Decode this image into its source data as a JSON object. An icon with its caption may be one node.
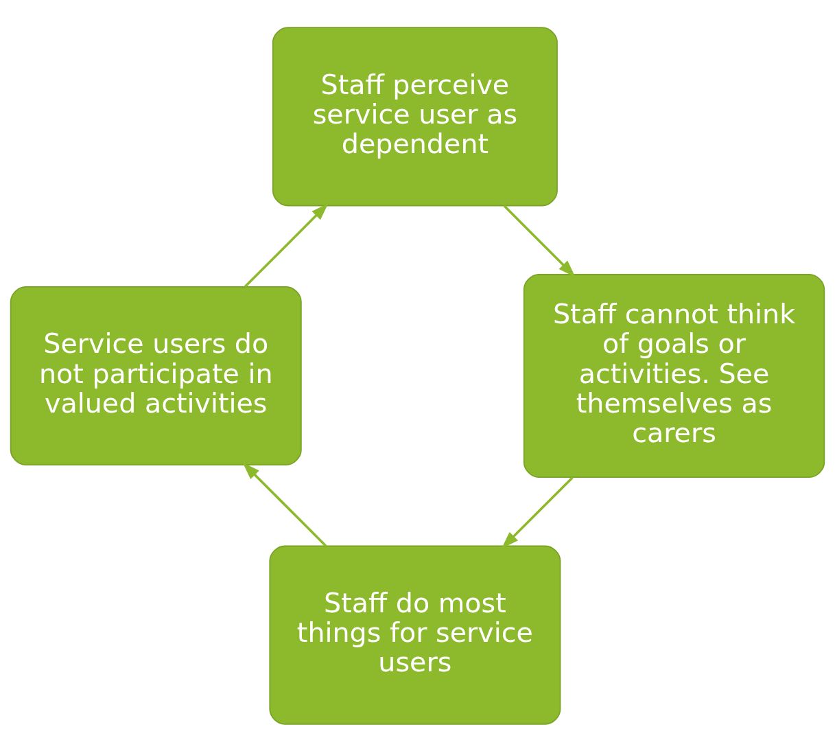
{
  "diagram": {
    "nodes": [
      {
        "text": [
          "Staff do most things for service users"
        ]
      },
      {
        "text": [
          "Service users do not participate in valued activities"
        ]
      },
      {
        "text": [
          "Staff perceive service user as dependent"
        ]
      },
      {
        "text": [
          "Staff cannot think of goals or activities. See themselves as carers"
        ]
      }
    ],
    "edges": [
      {
        "from": 0,
        "to": 1,
        "arrow": "to"
      },
      {
        "from": 1,
        "to": 2,
        "arrow": "to"
      },
      {
        "from": 2,
        "to": 3,
        "arrow": "to"
      },
      {
        "from": 3,
        "to": 0,
        "arrow": "to"
      }
    ]
  }
}
